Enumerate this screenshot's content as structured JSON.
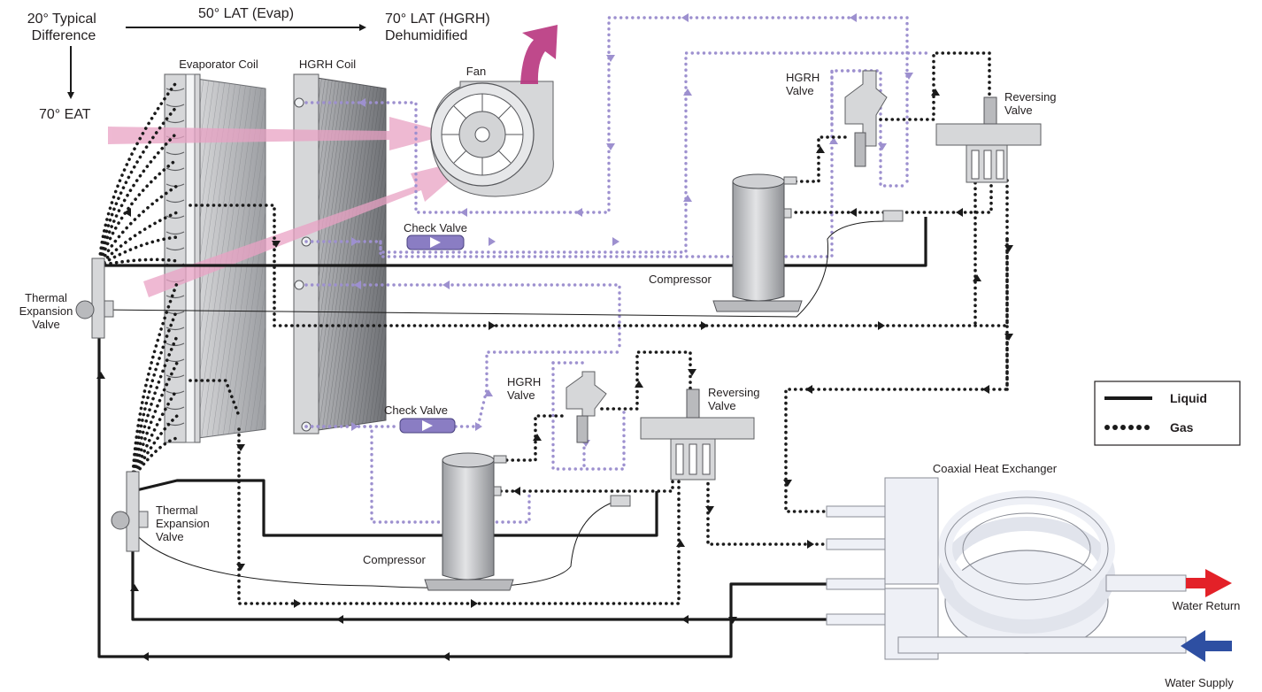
{
  "colors": {
    "liquid_line": "#1a1a1a",
    "gas_line": "#1a1a1a",
    "hot_gas_reheat_line": "#9d90cf",
    "airflow_pink": "#e9a2c4",
    "fan_exhaust_magenta": "#b8357e",
    "water_return_red": "#e32128",
    "water_supply_blue": "#2e4fa2",
    "check_valve_purple": "#8a7dc3"
  },
  "airflow": {
    "eat_diff": "20° Typical\nDifference",
    "lat_evap": "50° LAT (Evap)",
    "lat_hgrh": "70° LAT (HGRH)\nDehumidified",
    "eat": "70° EAT"
  },
  "components": {
    "evaporator_coil": "Evaporator Coil",
    "hgrh_coil": "HGRH Coil",
    "fan": "Fan",
    "hgrh_valve_top": "HGRH\nValve",
    "hgrh_valve_bottom": "HGRH\nValve",
    "reversing_valve_top": "Reversing\nValve",
    "reversing_valve_bottom": "Reversing\nValve",
    "check_valve_top": "Check Valve",
    "check_valve_bottom": "Check Valve",
    "compressor_top": "Compressor",
    "compressor_bottom": "Compressor",
    "txv_top": "Thermal\nExpansion\nValve",
    "txv_bottom": "Thermal\nExpansion\nValve",
    "coax": "Coaxial Heat Exchanger",
    "water_return": "Water Return",
    "water_supply": "Water Supply"
  },
  "legend": {
    "liquid": "Liquid",
    "gas": "Gas"
  },
  "icons": [
    "arrow-icon",
    "fan-icon",
    "compressor-icon",
    "valve-icon",
    "check-valve-icon",
    "coil-icon",
    "heat-exchanger-icon"
  ]
}
